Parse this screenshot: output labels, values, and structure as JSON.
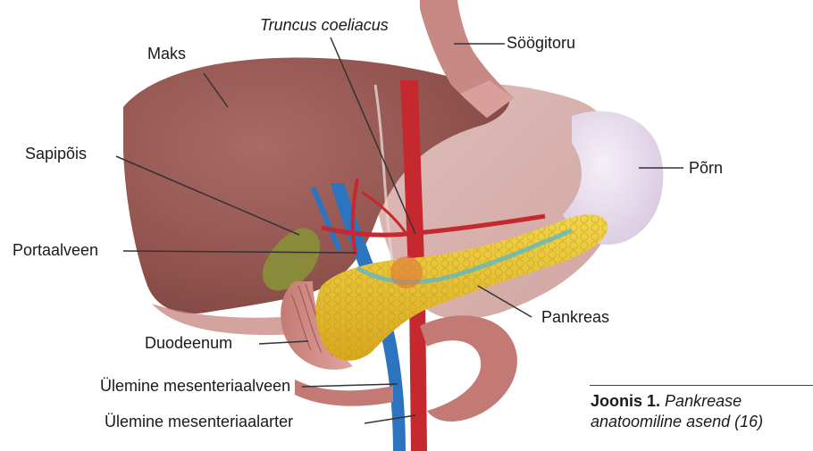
{
  "labels": {
    "truncus": "Truncus coeliacus",
    "maks": "Maks",
    "soogitoru": "Söögitoru",
    "sapipois": "Sapipõis",
    "porn": "Põrn",
    "portaalveen": "Portaalveen",
    "pankreas": "Pankreas",
    "duodeenum": "Duodeenum",
    "ulemine_veen": "Ülemine mesenteriaalveen",
    "ulemine_arter": "Ülemine mesenteriaalarter"
  },
  "caption": {
    "label": "Joonis 1.",
    "text_line1": "Pankrease",
    "text_line2": "anatoomiline asend (16)"
  }
}
